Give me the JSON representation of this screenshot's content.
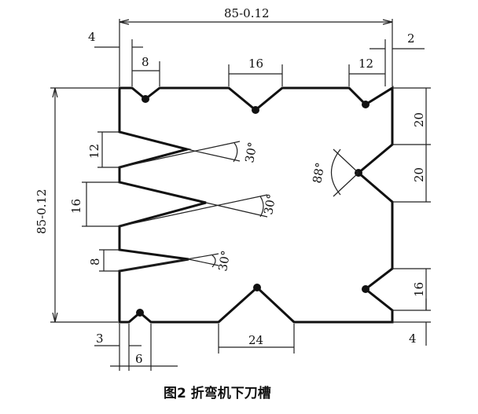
{
  "dimensions": {
    "overall_width": "85-0.12",
    "overall_height": "85-0.12",
    "left_offset_top": "4",
    "right_offset_top": "2",
    "groove_top_left": "8",
    "groove_top_middle": "16",
    "groove_top_right": "12",
    "right_upper": "20",
    "right_middle": "20",
    "right_lower_groove": "16",
    "right_bottom_offset": "4",
    "left_groove_upper": "12",
    "left_groove_middle": "16",
    "left_groove_lower": "8",
    "angle_upper": "30°",
    "angle_middle": "30°",
    "angle_lower": "30°",
    "angle_right": "88°",
    "bottom_left_offset": "3",
    "bottom_left_groove": "6",
    "bottom_middle_groove": "24"
  },
  "caption": "图2   折弯机下刀槽"
}
